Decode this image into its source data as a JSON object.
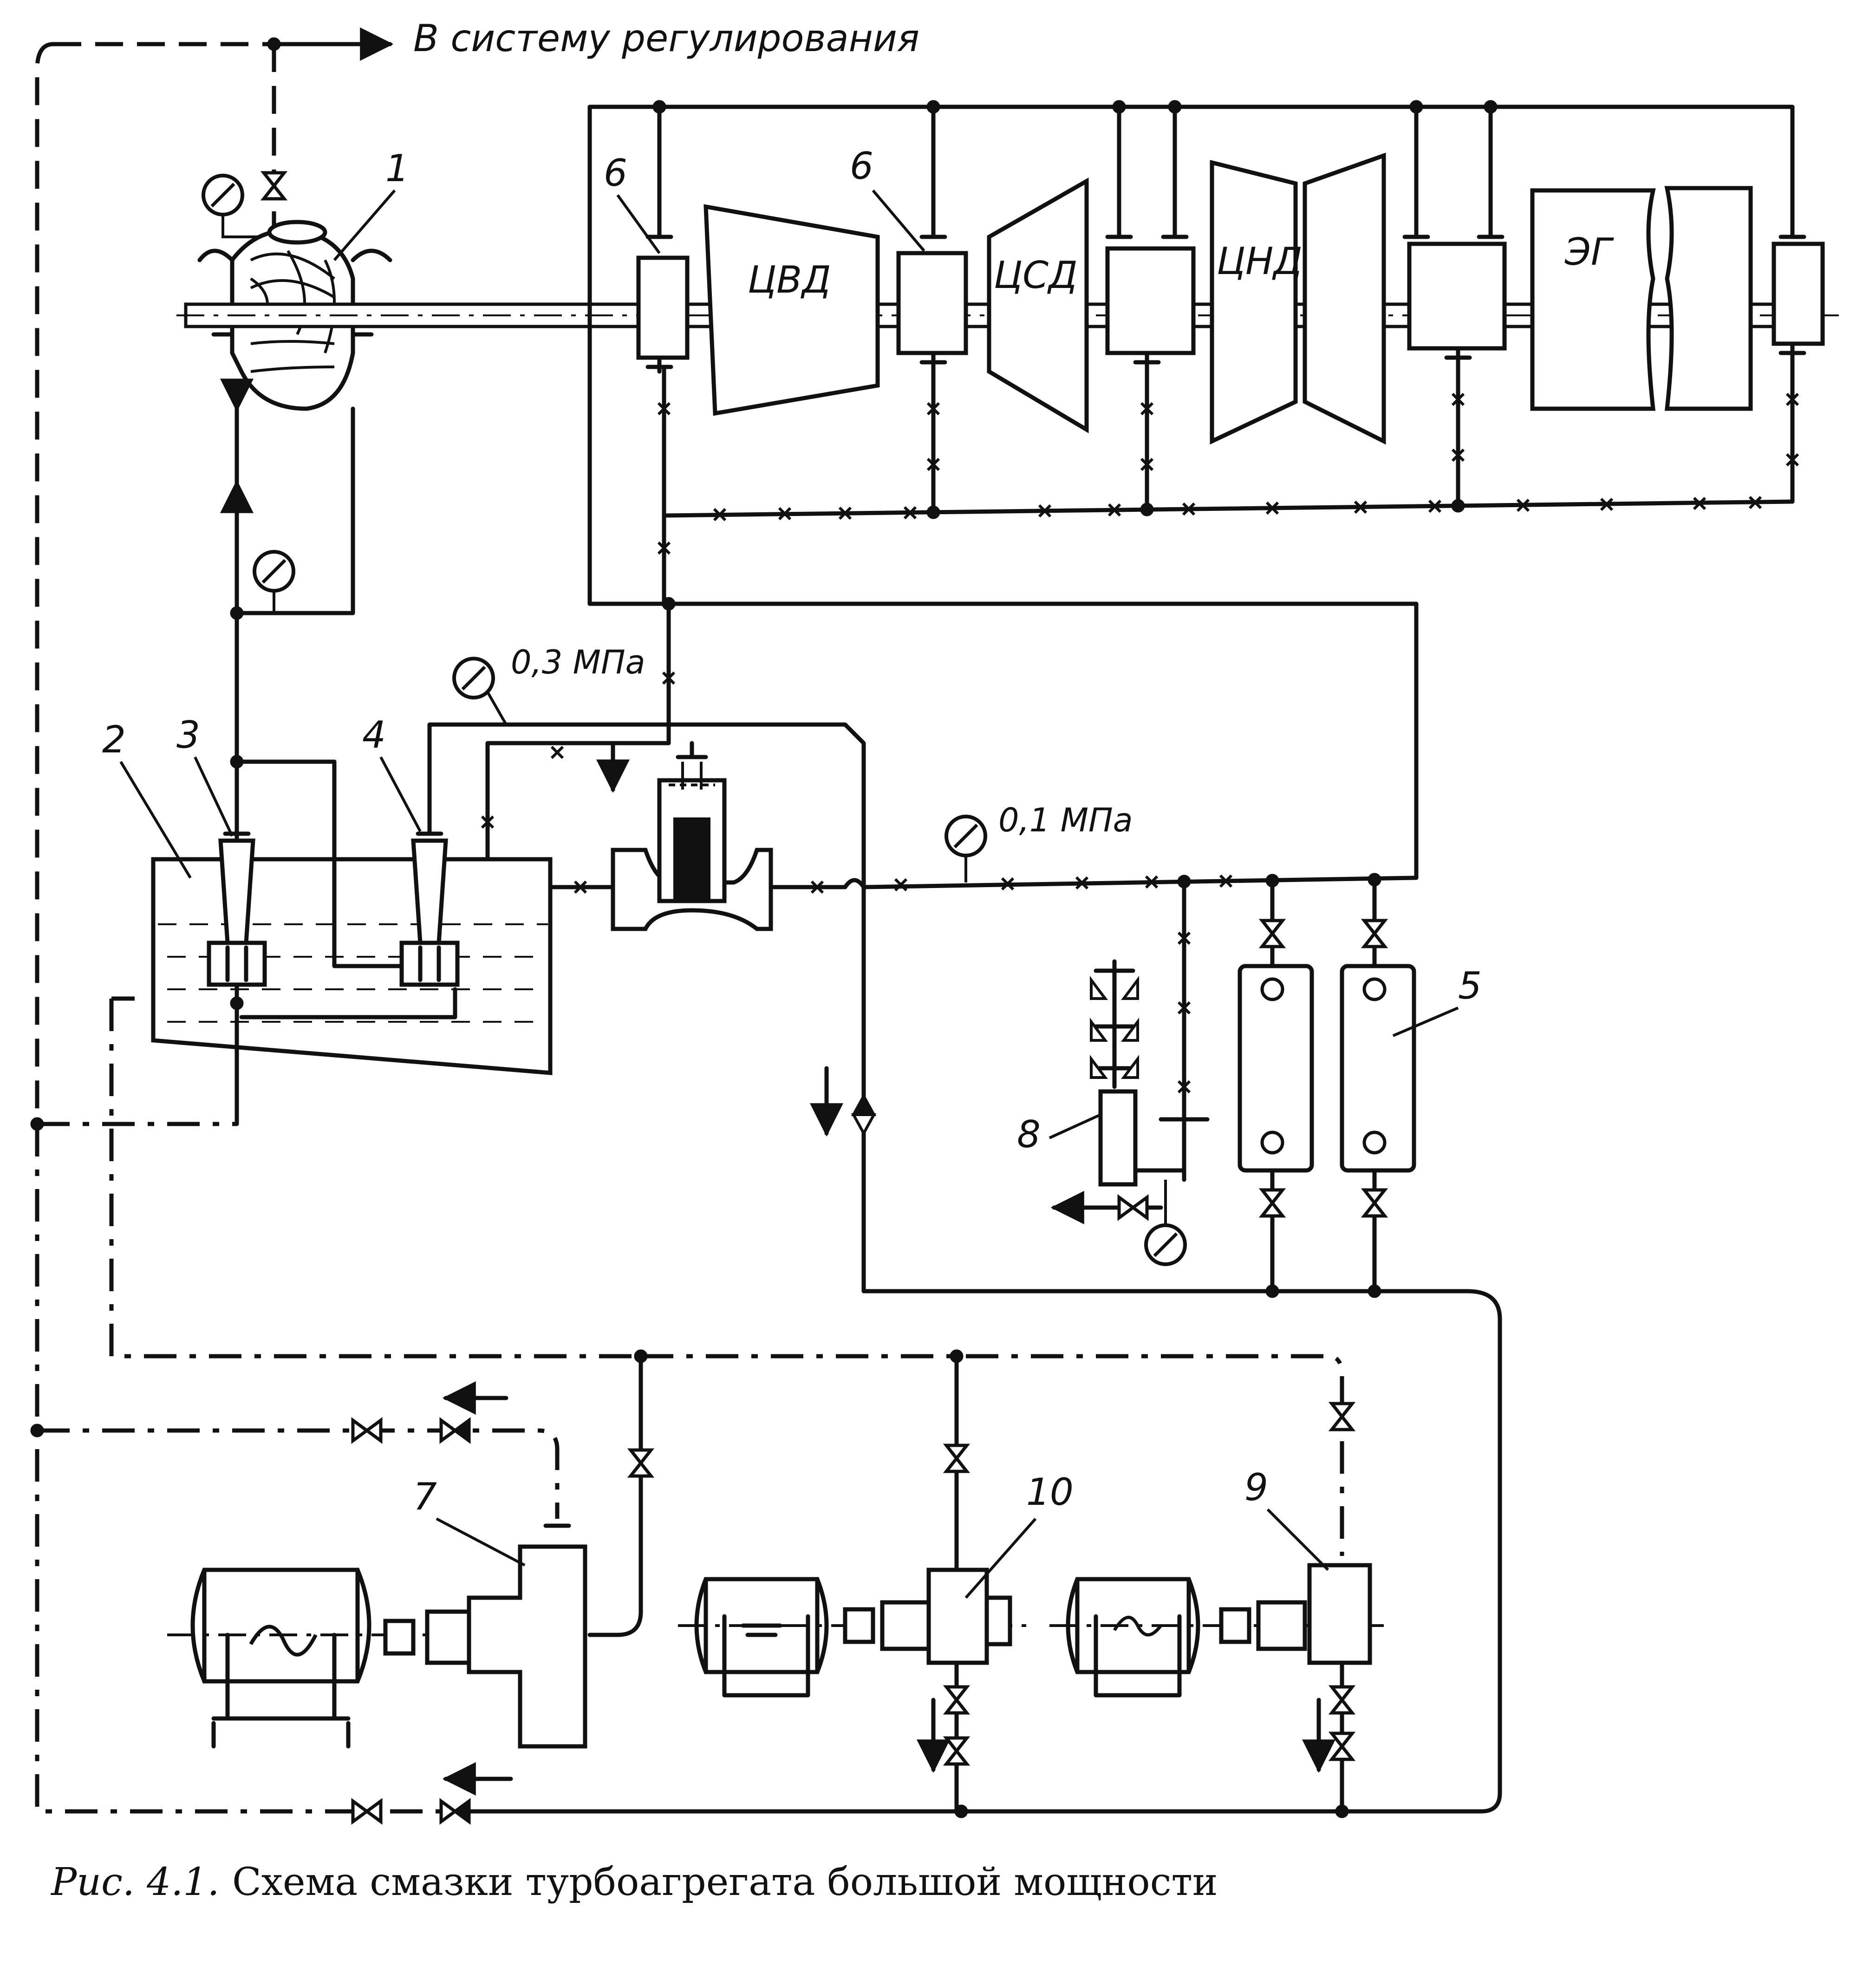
{
  "labels": {
    "to_regulation": "В систему регулирования",
    "hp_cylinder": "ЦВД",
    "ip_cylinder": "ЦСД",
    "lp_cylinder": "ЦНД",
    "generator": "ЭГ",
    "pressure_03": "0,3 МПа",
    "pressure_01": "0,1 МПа"
  },
  "numbers": {
    "n1": "1",
    "n2": "2",
    "n3": "3",
    "n4": "4",
    "n5": "5",
    "n6a": "6",
    "n6b": "6",
    "n7": "7",
    "n8": "8",
    "n9": "9",
    "n10": "10"
  },
  "caption": {
    "prefix": "Рис. 4.1.",
    "text": "Схема смазки турбоагрегата большой мощности"
  }
}
